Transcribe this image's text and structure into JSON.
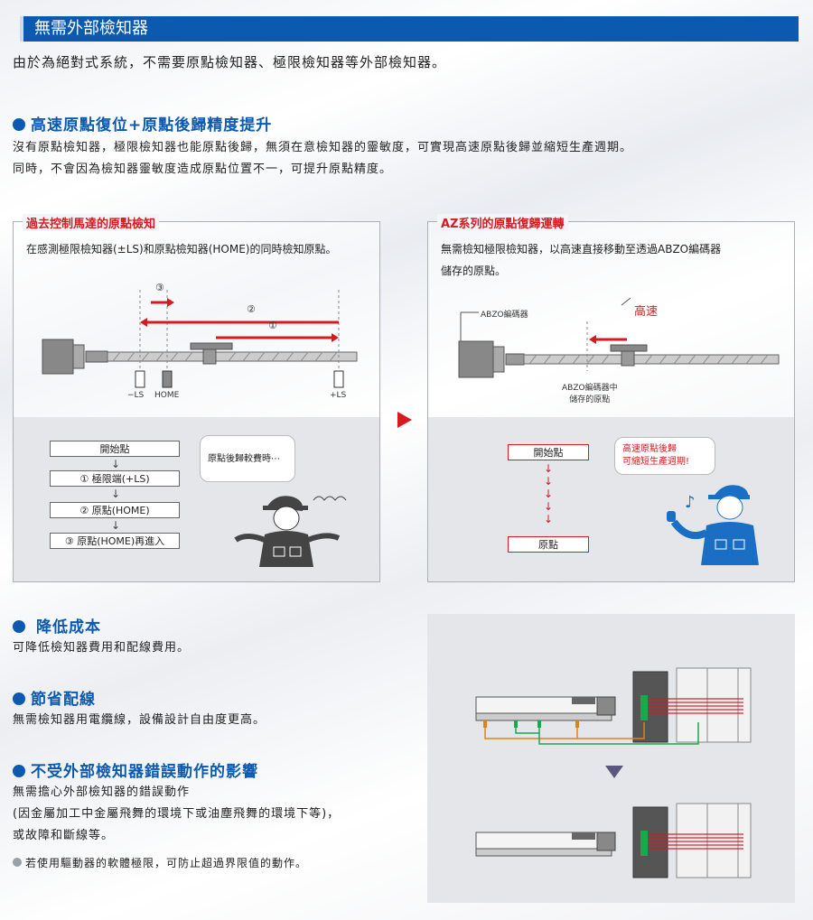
{
  "header": {
    "title": "無需外部檢知器"
  },
  "intro": "由於為絕對式系統，不需要原點檢知器、極限檢知器等外部檢知器。",
  "sec1": {
    "title": "高速原點復位+原點後歸精度提升",
    "line1": "沒有原點檢知器，極限檢知器也能原點後歸，無須在意檢知器的靈敏度，可實現高速原點後歸並縮短生產週期。",
    "line2": "同時，不會因為檢知器靈敏度造成原點位置不一，可提升原點精度。"
  },
  "left_panel": {
    "title": "過去控制馬達的原點檢知",
    "desc": "在感測極限檢知器(±LS)和原點檢知器(HOME)的同時檢知原點。",
    "marks": {
      "m1": "①",
      "m2": "②",
      "m3": "③"
    },
    "labels": {
      "minus_ls": "−LS",
      "home": "HOME",
      "plus_ls": "+LS"
    },
    "steps": [
      "開始點",
      "① 極限端(+LS)",
      "② 原點(HOME)",
      "③ 原點(HOME)再進入"
    ],
    "bubble": "原點後歸較費時⋯"
  },
  "right_panel": {
    "title": "AZ系列的原點復歸運轉",
    "desc1": "無需檢知極限檢知器，以高速直接移動至透過ABZO編碼器",
    "desc2": "儲存的原點。",
    "encoder_label": "ABZO編碼器",
    "speed_label": "高速",
    "stored_label1": "ABZO編碼器中",
    "stored_label2": "儲存的原點",
    "steps": [
      "開始點",
      "原點"
    ],
    "bubble1": "高速原點後歸",
    "bubble2": "可縮短生產週期!",
    "note_icon": "music-note-icon"
  },
  "sec2": {
    "title": "降低成本",
    "line": "可降低檢知器費用和配線費用。"
  },
  "sec3": {
    "title": "節省配線",
    "line": "無需檢知器用電纜線，設備設計自由度更高。"
  },
  "sec4": {
    "title": "不受外部檢知器錯誤動作的影響",
    "line1": "無需擔心外部檢知器的錯誤動作",
    "line2": "(因金屬加工中金屬飛舞的環境下或油塵飛舞的環境下等)，",
    "line3": "或故障和斷線等。"
  },
  "note": "若使用驅動器的軟體極限，可防止超過界限值的動作。",
  "colors": {
    "brand_blue": "#0b5ab0",
    "accent_red": "#d71920"
  }
}
